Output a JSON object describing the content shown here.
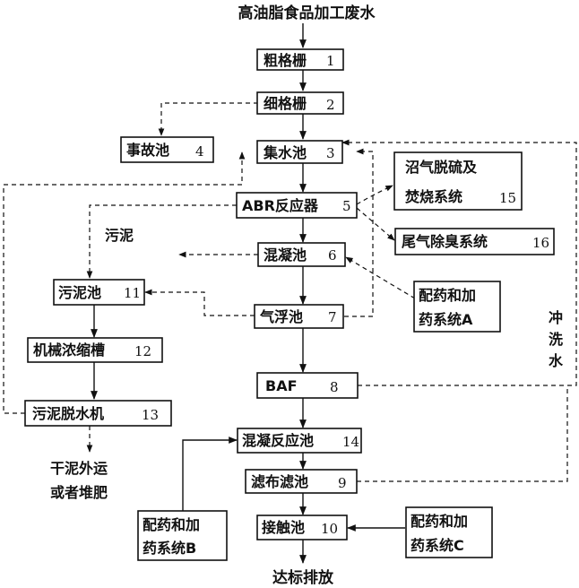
{
  "title": "高油脂食品加工废水",
  "output": "达标排放",
  "boxes": {
    "b1": {
      "label": "粗格栅",
      "num": "1"
    },
    "b2": {
      "label": "细格栅",
      "num": "2"
    },
    "b3": {
      "label": "集水池",
      "num": "3"
    },
    "b4": {
      "label": "事故池",
      "num": "4"
    },
    "b5": {
      "label": "ABR反应器",
      "num": "5"
    },
    "b6": {
      "label": "混凝池",
      "num": "6"
    },
    "b7": {
      "label": "气浮池",
      "num": "7"
    },
    "b8": {
      "label": "BAF",
      "num": "8"
    },
    "b9": {
      "label": "滤布滤池",
      "num": "9"
    },
    "b10": {
      "label": "接触池",
      "num": "10"
    },
    "b11": {
      "label": "污泥池",
      "num": "11"
    },
    "b12": {
      "label": "机械浓缩槽",
      "num": "12"
    },
    "b13": {
      "label": "污泥脱水机",
      "num": "13"
    },
    "b14": {
      "label": "混凝反应池",
      "num": "14"
    },
    "b15": {
      "line1": "沼气脱硫及",
      "line2": "焚烧系统",
      "num": "15"
    },
    "b16": {
      "label": "尾气除臭系统",
      "num": "16"
    },
    "dosA": {
      "line1": "配药和加",
      "line2": "药系统A"
    },
    "dosB": {
      "line1": "配药和加",
      "line2": "药系统B"
    },
    "dosC": {
      "line1": "配药和加",
      "line2": "药系统C"
    }
  },
  "labels": {
    "sludge": "污泥",
    "dry_line1": "干泥外运",
    "dry_line2": "或者堆肥",
    "wash1": "冲",
    "wash2": "洗",
    "wash3": "水"
  }
}
